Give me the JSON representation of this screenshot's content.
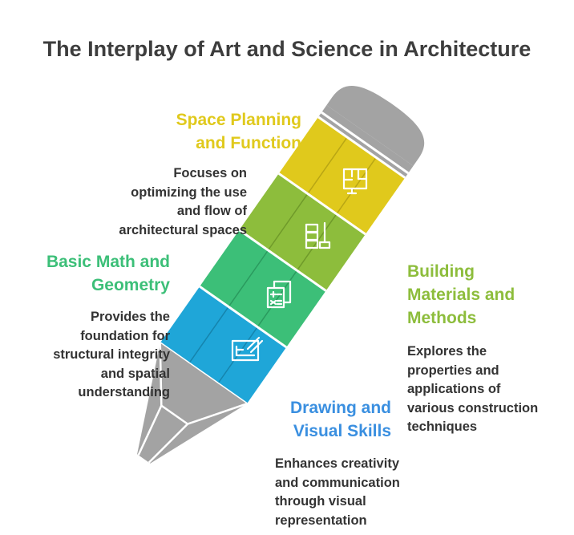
{
  "title": "The Interplay of Art and Science in Architecture",
  "colors": {
    "yellow": "#e0c91c",
    "olive": "#8dbd3c",
    "green": "#3cbf78",
    "blue": "#1fa6d8",
    "gray": "#a3a3a3",
    "title": "#3d3d3d",
    "text": "#333333"
  },
  "sections": {
    "space_planning": {
      "heading": [
        "Space Planning",
        "and Function"
      ],
      "description": [
        "Focuses on",
        "optimizing the use",
        "and flow of",
        "architectural spaces"
      ],
      "icon": "floor-plan-icon"
    },
    "building_materials": {
      "heading": [
        "Building",
        "Materials and",
        "Methods"
      ],
      "description": [
        "Explores the",
        "properties and",
        "applications of",
        "various construction",
        "techniques"
      ],
      "icon": "materials-tools-icon"
    },
    "basic_math": {
      "heading": [
        "Basic Math and",
        "Geometry"
      ],
      "description": [
        "Provides the",
        "foundation for",
        "structural integrity",
        "and spatial",
        "understanding"
      ],
      "icon": "calculator-icon"
    },
    "drawing_skills": {
      "heading": [
        "Drawing and",
        "Visual Skills"
      ],
      "description": [
        "Enhances creativity",
        "and communication",
        "through visual",
        "representation"
      ],
      "icon": "drawing-board-icon"
    }
  }
}
